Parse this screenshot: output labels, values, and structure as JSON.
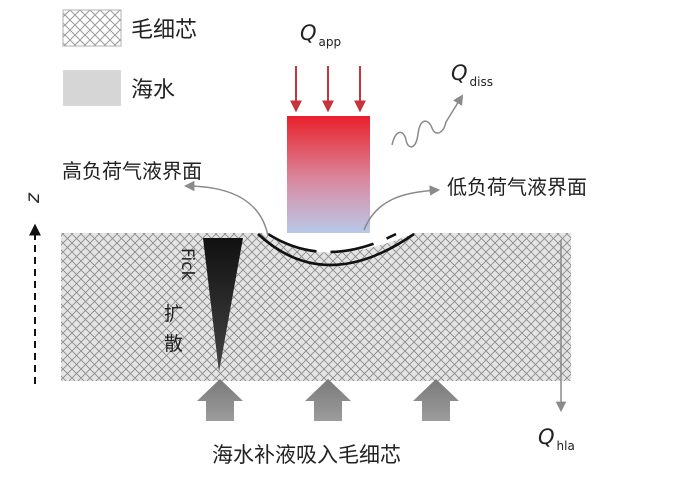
{
  "legend": {
    "capillary_label": "毛细芯",
    "seawater_label": "海水"
  },
  "labels": {
    "q_app_main": "Q",
    "q_app_sub": "app",
    "q_diss_main": "Q",
    "q_diss_sub": "diss",
    "q_hla_main": "Q",
    "q_hla_sub": "hla",
    "high_load_interface": "高负荷气液界面",
    "low_load_interface": "低负荷气液界面",
    "z_axis": "z",
    "fick": "Fick",
    "diffusion": "扩散",
    "bottom_caption": "海水补液吸入毛细芯"
  },
  "colors": {
    "heater_top": "#e8202a",
    "heater_bottom": "#b9c9ea",
    "arrow_red": "#c8323a",
    "arrow_gray": "#8a8a8a",
    "hatch_stroke": "#8c8c8c",
    "seawater_fill": "#d6d6d6"
  }
}
